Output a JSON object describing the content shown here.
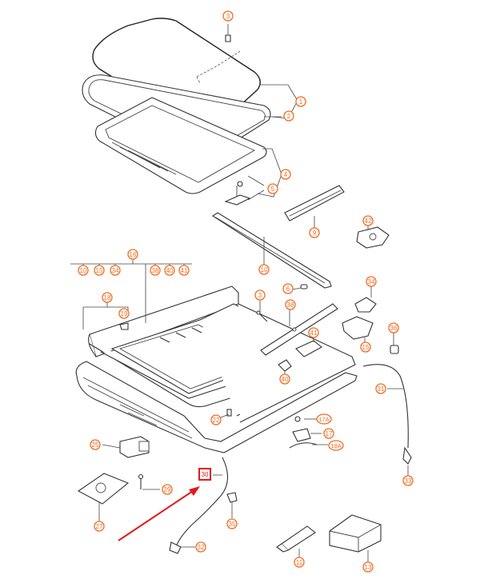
{
  "diagram": {
    "callouts": [
      {
        "id": "c3a",
        "label": "3"
      },
      {
        "id": "c1",
        "label": "1"
      },
      {
        "id": "c2",
        "label": "2"
      },
      {
        "id": "c4",
        "label": "4"
      },
      {
        "id": "c5",
        "label": "5"
      },
      {
        "id": "c9",
        "label": "9"
      },
      {
        "id": "c42",
        "label": "42"
      },
      {
        "id": "c10",
        "label": "10"
      },
      {
        "id": "c16",
        "label": "16"
      },
      {
        "id": "c10s",
        "label": "10"
      },
      {
        "id": "c15s",
        "label": "15"
      },
      {
        "id": "c34s",
        "label": "34"
      },
      {
        "id": "c38s",
        "label": "38"
      },
      {
        "id": "c40s",
        "label": "40"
      },
      {
        "id": "c41s",
        "label": "41"
      },
      {
        "id": "c18",
        "label": "18"
      },
      {
        "id": "c19",
        "label": "19"
      },
      {
        "id": "c6",
        "label": "6"
      },
      {
        "id": "c3b",
        "label": "3"
      },
      {
        "id": "c38",
        "label": "38"
      },
      {
        "id": "c34",
        "label": "34"
      },
      {
        "id": "c41",
        "label": "41"
      },
      {
        "id": "c36",
        "label": "36"
      },
      {
        "id": "c15",
        "label": "15"
      },
      {
        "id": "c40",
        "label": "40"
      },
      {
        "id": "c31",
        "label": "31"
      },
      {
        "id": "c22",
        "label": "22"
      },
      {
        "id": "c17A",
        "label": "17A"
      },
      {
        "id": "c17",
        "label": "17"
      },
      {
        "id": "c18A",
        "label": "18A"
      },
      {
        "id": "c25",
        "label": "25"
      },
      {
        "id": "c33",
        "label": "33"
      },
      {
        "id": "c29",
        "label": "29"
      },
      {
        "id": "c35",
        "label": "35"
      },
      {
        "id": "c27",
        "label": "27"
      },
      {
        "id": "c32",
        "label": "32"
      },
      {
        "id": "c11",
        "label": "11"
      },
      {
        "id": "c13",
        "label": "13"
      }
    ],
    "highlight": {
      "label": "30",
      "color": "#e21a1a"
    },
    "accent_color": "#f26b21"
  }
}
